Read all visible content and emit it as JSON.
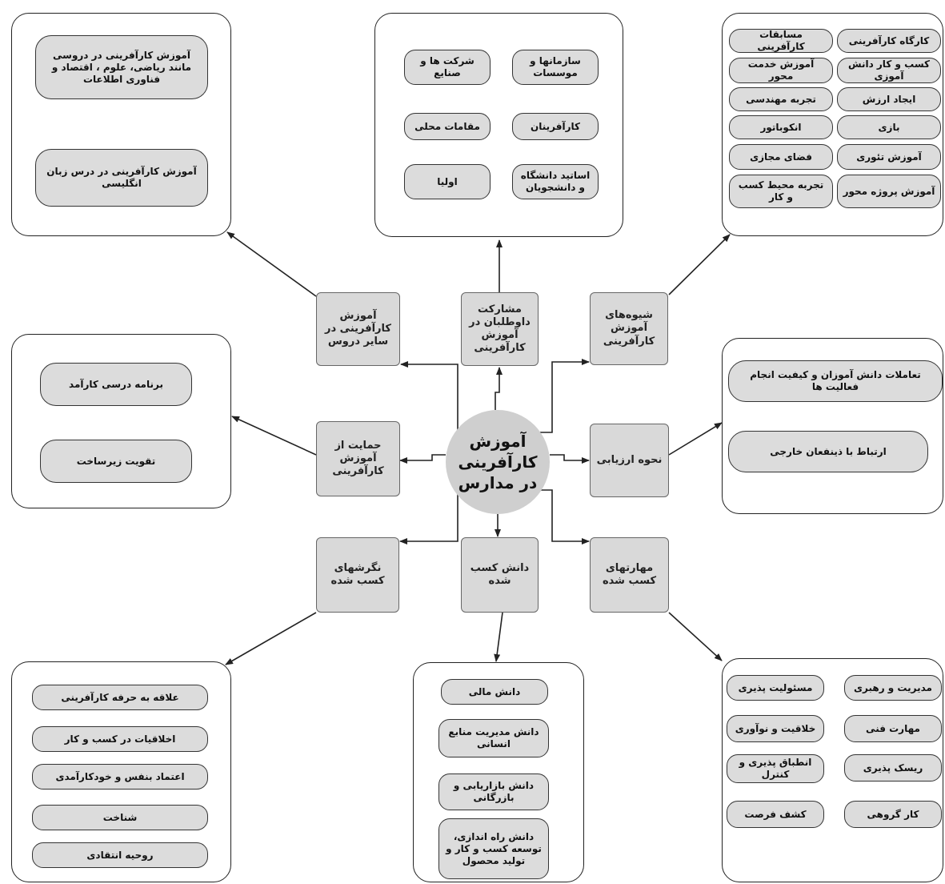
{
  "center": {
    "line1": "آموزش",
    "line2": "کارآفرینی",
    "line3": "در مدارس"
  },
  "nodes": {
    "other_courses": "آموزش کارآفرینی در سایر دروس",
    "volunteers": "مشارکت داوطلبان در آموزش کارآفرینی",
    "methods": "شیوه‌های آموزش کارآفرینی",
    "support": "حمایت از آموزش کارآفرینی",
    "evaluation": "نحوه ارزیابی",
    "attitudes": "نگرشهای کسب شده",
    "knowledge": "دانش کسب شده",
    "skills": "مهارتهای کسب شده"
  },
  "panels": {
    "other_courses": [
      "آموزش کارآفرینی در دروسی مانند ریاضی، علوم ، اقتصاد و فناوری اطلاعات",
      "آموزش کارآفرینی در درس زبان انگلیسی"
    ],
    "volunteers": [
      "سازمانها و موسسات",
      "شرکت ها و صنایع",
      "کارآفرینان",
      "مقامات محلی",
      "اساتید دانشگاه و دانشجویان",
      "اولیا"
    ],
    "methods": [
      "کارگاه کارآفرینی",
      "مسابقات کارآفرینی",
      "کسب و کار دانش آموزی",
      "آموزش خدمت محور",
      "ایجاد ارزش",
      "تجربه مهندسی",
      "بازی",
      "انکوباتور",
      "آموزش تئوری",
      "فضای مجازی",
      "آموزش پروژه محور",
      "تجربه محیط کسب و کار"
    ],
    "support": [
      "برنامه درسی کارآمد",
      "تقویت زیرساخت"
    ],
    "evaluation": [
      "تعاملات دانش آموزان و کیفیت انجام فعالیت ها",
      "ارتباط با ذینفعان خارجی"
    ],
    "attitudes": [
      "علاقه به حرفه کارآفرینی",
      "اخلاقیات در کسب و کار",
      "اعتماد بنفس و خودکارآمدی",
      "شناخت",
      "روحیه انتقادی"
    ],
    "knowledge": [
      "دانش مالی",
      "دانش مدیریت منابع انسانی",
      "دانش بازاریابی و بازرگانی",
      "دانش راه اندازی، توسعه کسب و کار و تولید محصول"
    ],
    "skills": [
      "مدیریت و رهبری",
      "مسئولیت پذیری",
      "مهارت فنی",
      "خلاقیت و نوآوری",
      "ریسک پذیری",
      "انطباق پذیری و کنترل",
      "کار گروهی",
      "کشف فرصت"
    ]
  },
  "colors": {
    "box_fill": "#dcdcdc",
    "node_fill": "#d9d9d9",
    "center_fill": "#cfcfcf",
    "line": "#222222"
  }
}
